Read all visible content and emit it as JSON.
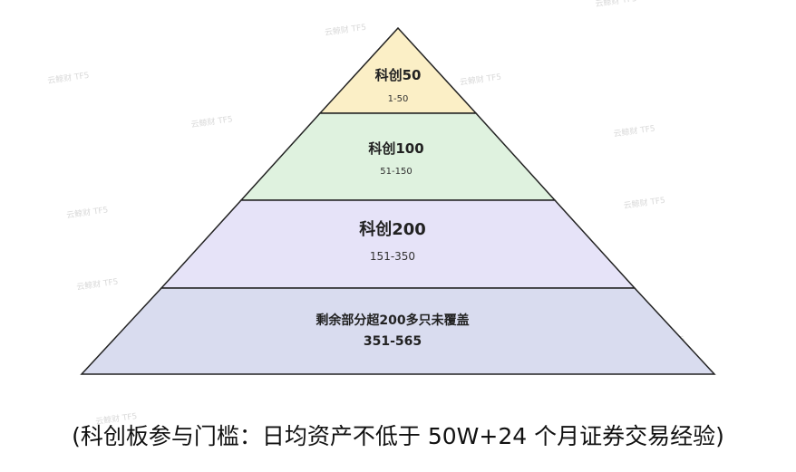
{
  "watermark": "云鲸财 TF5",
  "tiers": [
    {
      "name": "科创50",
      "range": "1-50",
      "fill": "#fbefc6"
    },
    {
      "name": "科创100",
      "range": "51-150",
      "fill": "#dff2df"
    },
    {
      "name": "科创200",
      "range": "151-350",
      "fill": "#e6e3f8"
    },
    {
      "name": "剩余部分超200多只未覆盖",
      "range": "351-565",
      "fill": "#d9dcef"
    }
  ],
  "caption": "(科创板参与门槛：日均资产不低于 50W+24 个月证券交易经验)"
}
